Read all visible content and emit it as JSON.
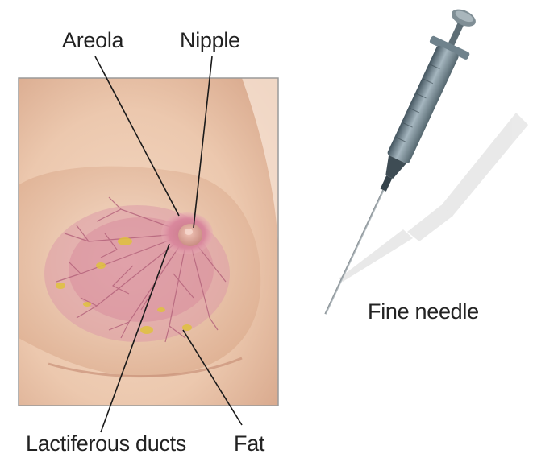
{
  "labels": {
    "areola": "Areola",
    "nipple": "Nipple",
    "fine_needle": "Fine needle",
    "lactiferous_ducts": "Lactiferous ducts",
    "fat": "Fat"
  },
  "colors": {
    "skin": "#ecc8ae",
    "areola": "#d9879d",
    "duct_lines": "#b5647c",
    "fat_deposits": "#e0c23e",
    "frame": "#9a9a9a",
    "leader_lines": "#1a1a1a",
    "syringe_barrel": "#6f828c",
    "needle": "#9aa4aa",
    "shadow": "#e6e6e6"
  },
  "icons": {
    "syringe": "syringe-icon"
  }
}
